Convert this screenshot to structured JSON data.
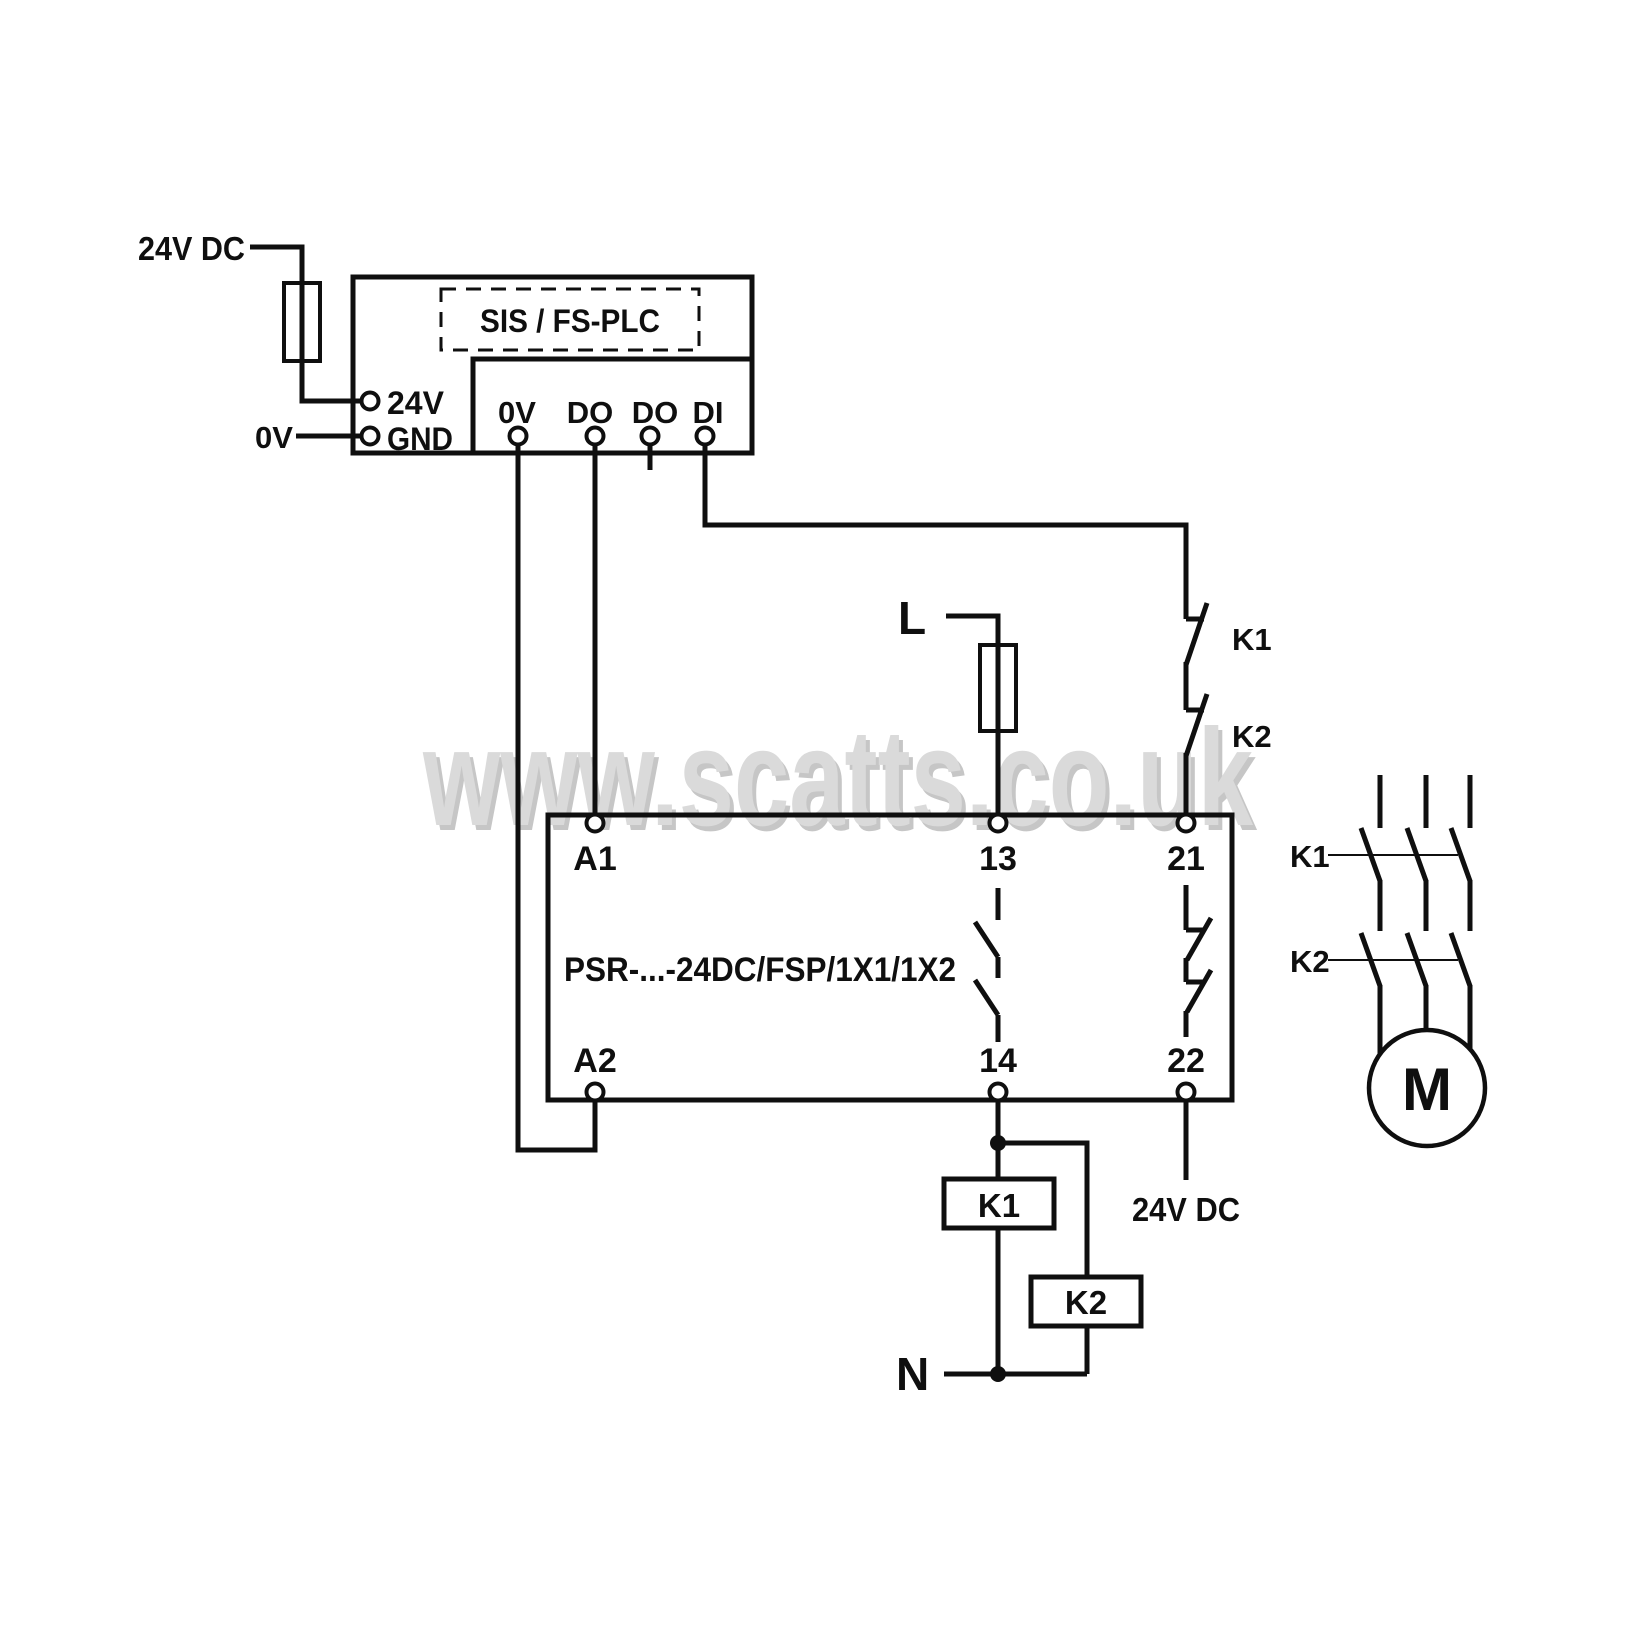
{
  "watermark": {
    "text": "www.scatts.co.uk",
    "color": "#dadada",
    "shadow_color": "#c6c6c6"
  },
  "plc": {
    "title": "SIS / FS-PLC",
    "terminals_left": [
      "24V",
      "GND"
    ],
    "terminals_bottom": [
      "0V",
      "DO",
      "DO",
      "DI"
    ]
  },
  "relay": {
    "model": "PSR-...-24DC/FSP/1X1/1X2",
    "terminals_top": [
      "A1",
      "13",
      "21"
    ],
    "terminals_bottom": [
      "A2",
      "14",
      "22"
    ]
  },
  "feedback_contacts": [
    {
      "label": "K1"
    },
    {
      "label": "K2"
    }
  ],
  "contactors": [
    {
      "label": "K1"
    },
    {
      "label": "K2"
    }
  ],
  "coils": [
    {
      "label": "K1"
    },
    {
      "label": "K2"
    }
  ],
  "motor": {
    "label": "M"
  },
  "labels": {
    "supply_top": "24V DC",
    "zero_volt": "0V",
    "line": "L",
    "neutral": "N",
    "supply_bottom": "24V DC"
  },
  "colors": {
    "line": "#0f0f0f",
    "background": "#ffffff",
    "watermark": "#dadada"
  }
}
